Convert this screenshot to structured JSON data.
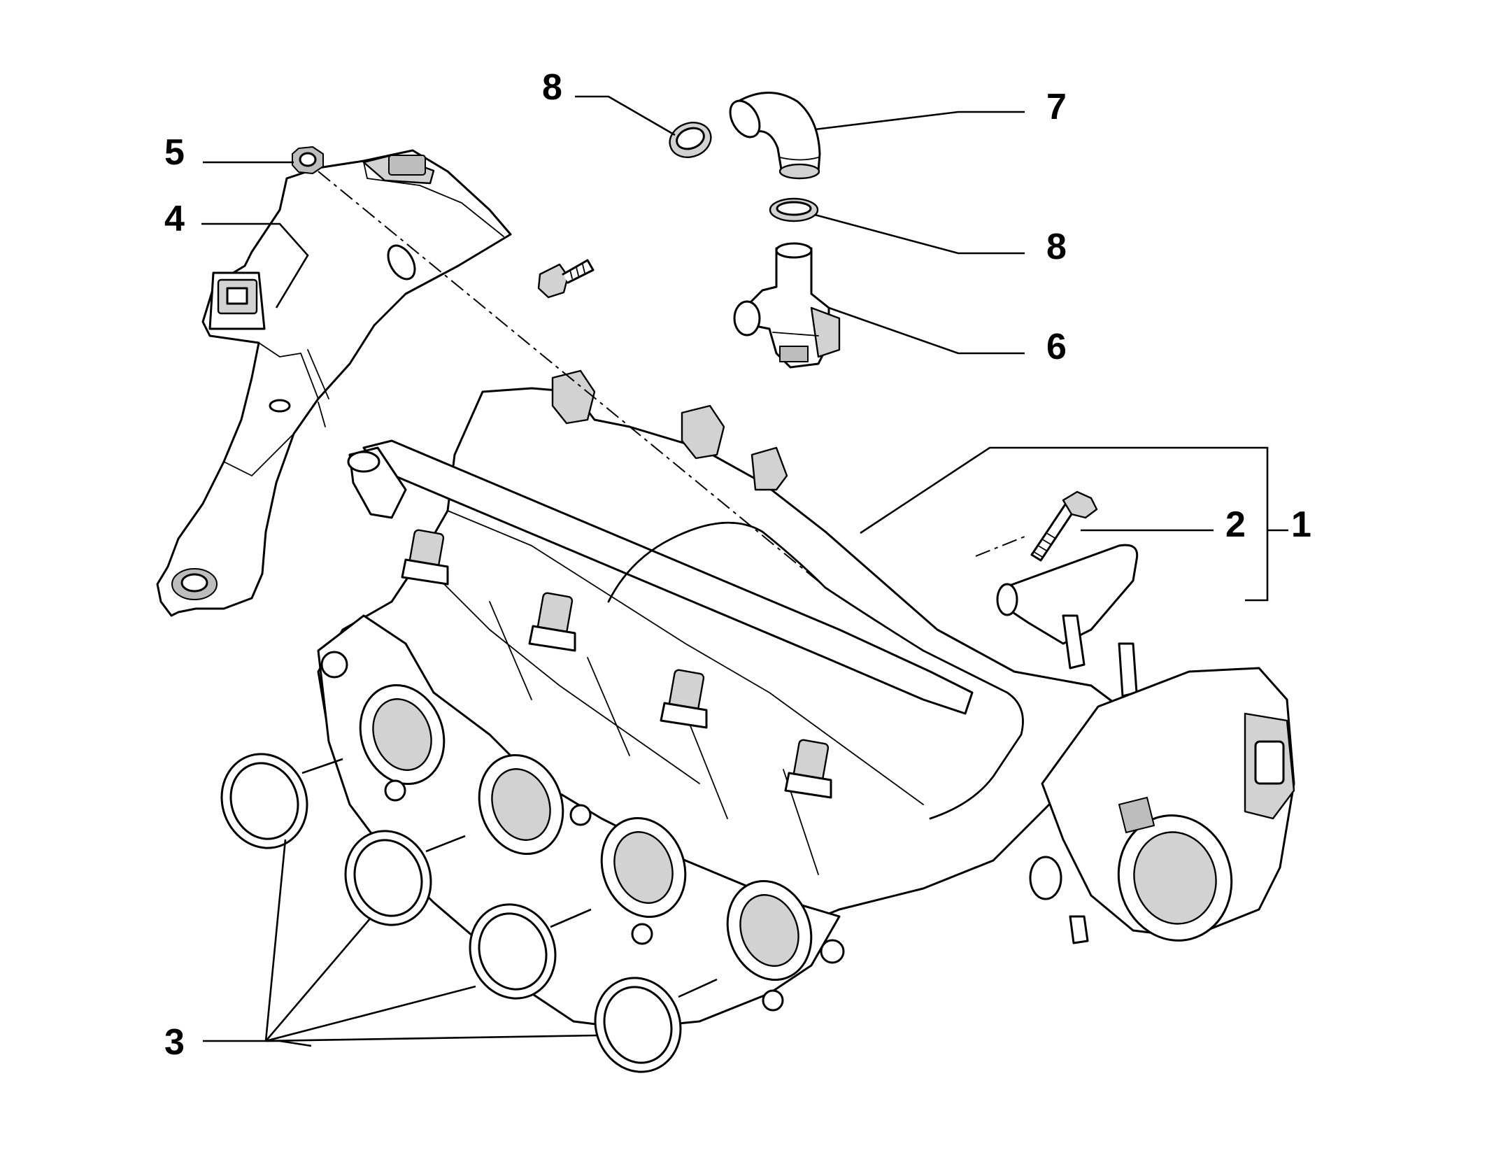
{
  "callouts": [
    {
      "id": "c1",
      "label": "1"
    },
    {
      "id": "c2",
      "label": "2"
    },
    {
      "id": "c3",
      "label": "3"
    },
    {
      "id": "c4",
      "label": "4"
    },
    {
      "id": "c5",
      "label": "5"
    },
    {
      "id": "c6",
      "label": "6"
    },
    {
      "id": "c7",
      "label": "7"
    },
    {
      "id": "c8a",
      "label": "8"
    },
    {
      "id": "c8b",
      "label": "8"
    }
  ],
  "parts": [
    "intake-manifold-assembly",
    "bolt",
    "port-seal-ring",
    "heat-shield-bracket",
    "nut",
    "valve-fitting",
    "elbow-hose",
    "hose-clamp"
  ]
}
